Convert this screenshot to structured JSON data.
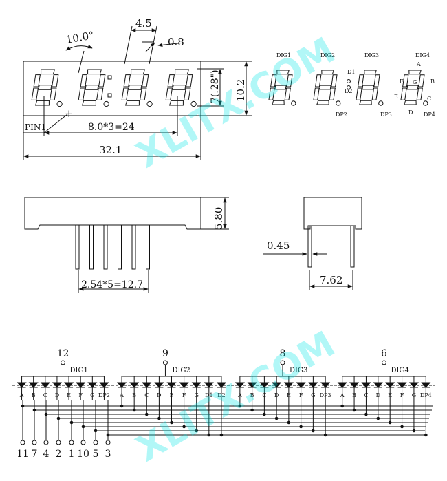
{
  "front_view": {
    "angle_label": "10.0°",
    "pitch_label": "4.5",
    "seg_width_label": "0.8",
    "digit_height_label": "7(.28\")",
    "total_height_label": "10.2",
    "digit_span_label": "8.0*3=24",
    "total_width_label": "32.1",
    "pin1_label": "PIN1",
    "pin1_marker": "+"
  },
  "segment_map": {
    "dig1": "DIG1",
    "dig2": "DIG2",
    "dig3": "DIG3",
    "dig4": "DIG4",
    "d1": "D1",
    "d2": "D2",
    "dp2": "DP2",
    "dp3": "DP3",
    "dp4": "DP4",
    "seg_a": "A",
    "seg_b": "B",
    "seg_c": "C",
    "seg_d": "D",
    "seg_e": "E",
    "seg_f": "F",
    "seg_g": "G"
  },
  "side_view": {
    "height_label": "5.80",
    "pin_pitch_label": "2.54*5=12.7",
    "pin_width_label": "0.45",
    "row_spacing_label": "7.62"
  },
  "circuit": {
    "groups": [
      {
        "pin": "12",
        "name": "DIG1",
        "segments": [
          "A",
          "B",
          "C",
          "D",
          "E",
          "F",
          "G",
          "DP2"
        ]
      },
      {
        "pin": "9",
        "name": "DIG2",
        "segments": [
          "A",
          "B",
          "C",
          "D",
          "E",
          "F",
          "G",
          "D1",
          "D2"
        ]
      },
      {
        "pin": "8",
        "name": "DIG3",
        "segments": [
          "A",
          "B",
          "C",
          "D",
          "E",
          "F",
          "G",
          "DP3"
        ]
      },
      {
        "pin": "6",
        "name": "DIG4",
        "segments": [
          "A",
          "B",
          "C",
          "D",
          "E",
          "F",
          "G",
          "DP4"
        ]
      }
    ],
    "bottom_pins": [
      "11",
      "7",
      "4",
      "2",
      "1",
      "10",
      "5",
      "3"
    ]
  },
  "watermark": "XLITX.COM"
}
